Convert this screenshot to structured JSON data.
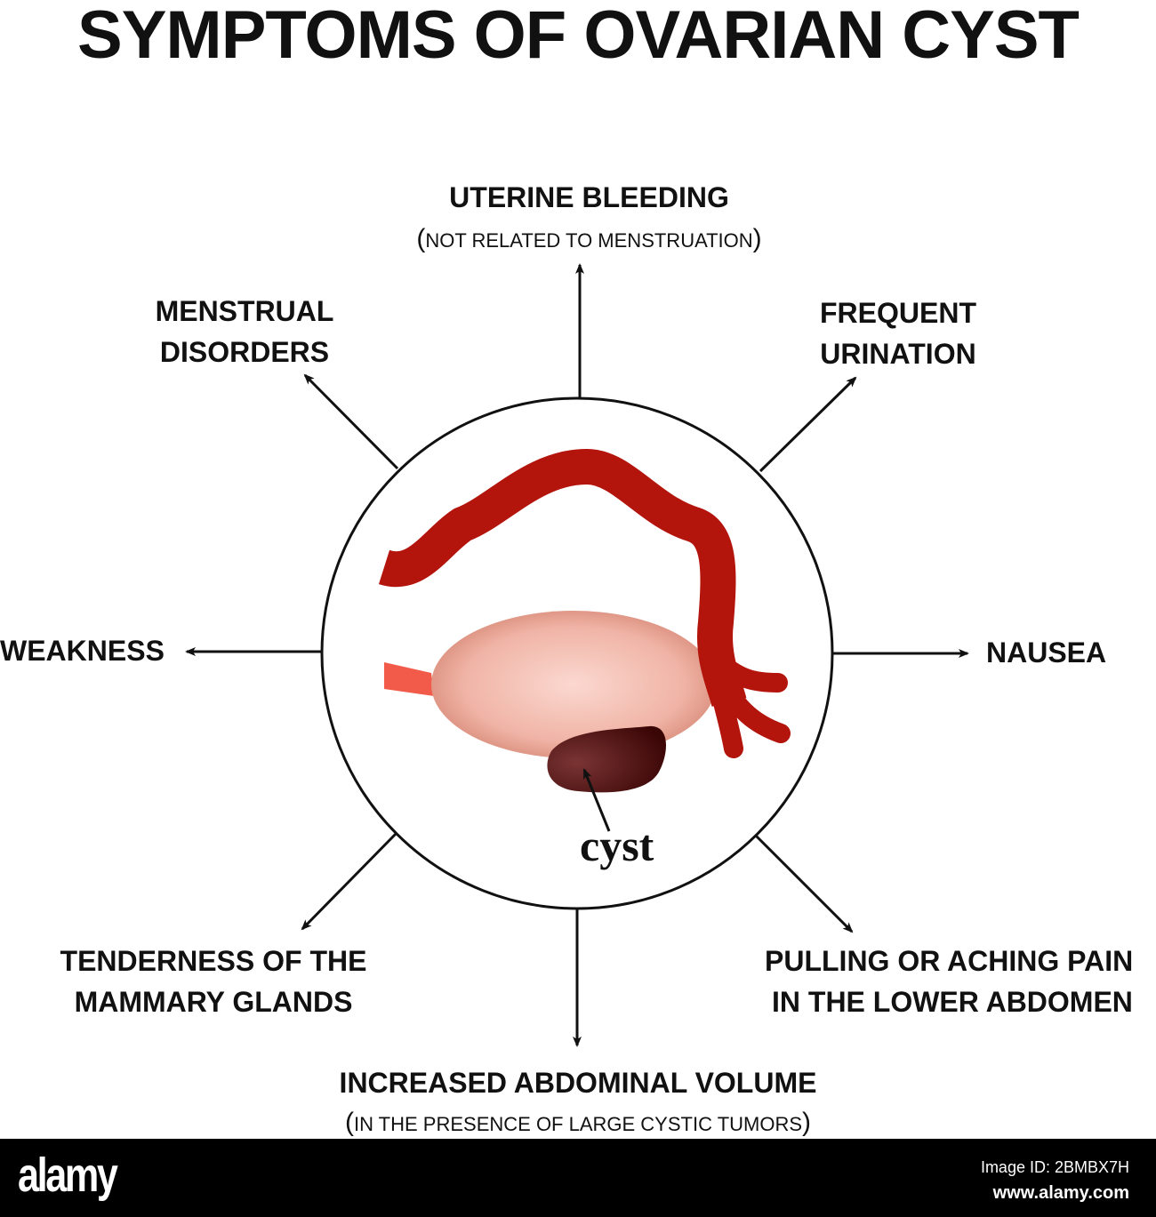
{
  "title": "SYMPTOMS OF OVARIAN CYST",
  "center_label": "cyst",
  "symptoms": {
    "top": {
      "label": "UTERINE BLEEDING",
      "note": "NOT RELATED TO MENSTRUATION"
    },
    "top_left": {
      "line1": "MENSTRUAL",
      "line2": "DISORDERS"
    },
    "top_right": {
      "line1": "FREQUENT",
      "line2": "URINATION"
    },
    "left": {
      "label": "WEAKNESS"
    },
    "right": {
      "label": "NAUSEA"
    },
    "bottom_left": {
      "line1": "TENDERNESS OF THE",
      "line2": "MAMMARY GLANDS"
    },
    "bottom_right": {
      "line1": "PULLING OR ACHING PAIN",
      "line2": "IN THE LOWER ABDOMEN"
    },
    "bottom": {
      "label": "INCREASED ABDOMINAL VOLUME",
      "note": "IN THE PRESENCE OF LARGE CYSTIC TUMORS"
    }
  },
  "footer": {
    "logo": "alamy",
    "image_id": "Image ID: 2BMBX7H",
    "url": "www.alamy.com"
  },
  "colors": {
    "tube": "#b3140c",
    "ovary": "#f4c0b3",
    "cyst": "#3d0808",
    "ligament": "#f25a4a"
  }
}
